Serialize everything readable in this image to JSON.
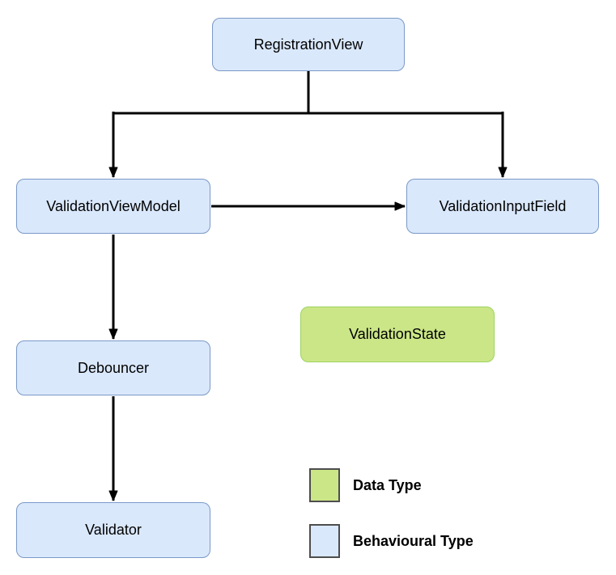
{
  "diagram": {
    "nodes": [
      {
        "label": "RegistrationView",
        "kind": "behavioural"
      },
      {
        "label": "ValidationViewModel",
        "kind": "behavioural"
      },
      {
        "label": "ValidationInputField",
        "kind": "behavioural"
      },
      {
        "label": "Debouncer",
        "kind": "behavioural"
      },
      {
        "label": "Validator",
        "kind": "behavioural"
      },
      {
        "label": "ValidationState",
        "kind": "data"
      }
    ],
    "edges": [
      {
        "from": "RegistrationView",
        "to": "ValidationViewModel",
        "style": "arrow"
      },
      {
        "from": "RegistrationView",
        "to": "ValidationInputField",
        "style": "arrow"
      },
      {
        "from": "ValidationViewModel",
        "to": "ValidationInputField",
        "style": "arrow"
      },
      {
        "from": "ValidationViewModel",
        "to": "Debouncer",
        "style": "arrow"
      },
      {
        "from": "Debouncer",
        "to": "Validator",
        "style": "arrow"
      }
    ]
  },
  "legend": {
    "items": [
      {
        "label": "Data Type",
        "swatch_color": "#cbe687"
      },
      {
        "label": "Behavioural Type",
        "swatch_color": "#dae8fc"
      }
    ]
  },
  "colors": {
    "behavioural_fill": "#dae8fc",
    "behavioural_border": "#7a99c7",
    "data_fill": "#cbe687",
    "data_border": "#9ed361",
    "connector": "#000000",
    "legend_swatch_border": "#4d4d4d",
    "text": "#000000"
  }
}
